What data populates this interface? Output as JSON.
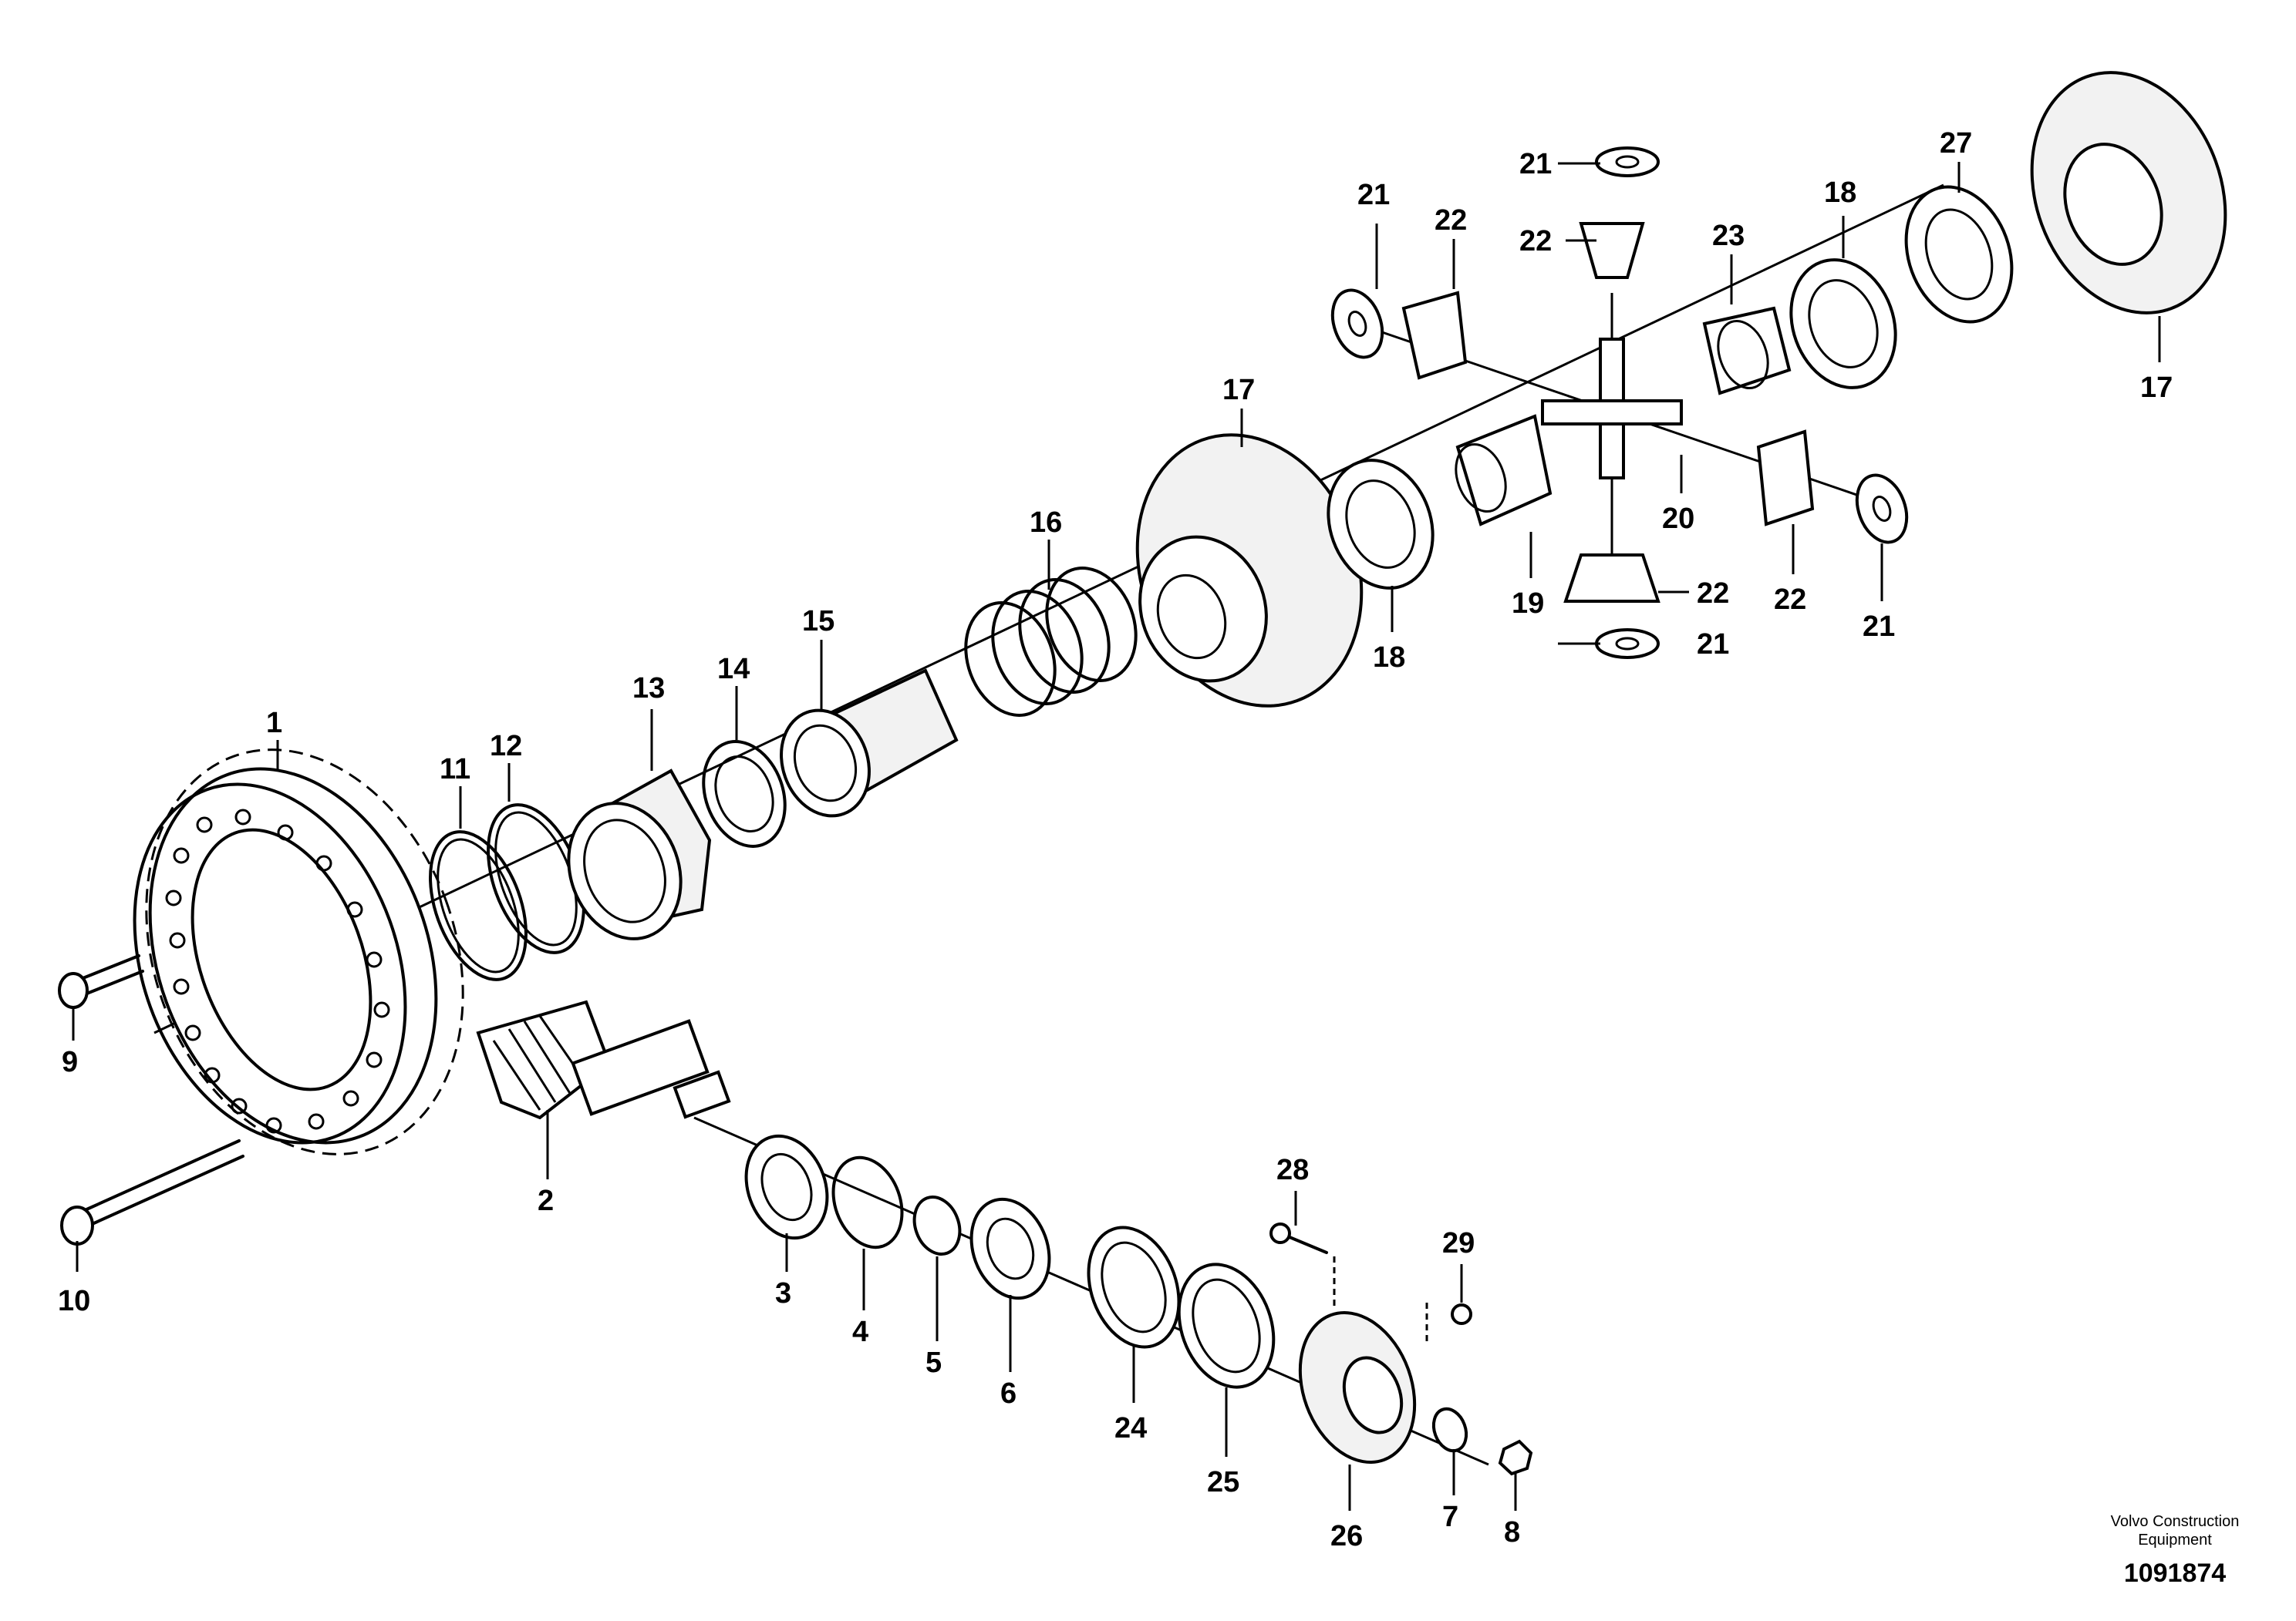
{
  "brand": {
    "line1": "Volvo Construction",
    "line2": "Equipment"
  },
  "document_number": "1091874",
  "callouts": [
    {
      "id": "c1",
      "text": "1"
    },
    {
      "id": "c2",
      "text": "2"
    },
    {
      "id": "c3",
      "text": "3"
    },
    {
      "id": "c4",
      "text": "4"
    },
    {
      "id": "c5",
      "text": "5"
    },
    {
      "id": "c6",
      "text": "6"
    },
    {
      "id": "c7",
      "text": "7"
    },
    {
      "id": "c8",
      "text": "8"
    },
    {
      "id": "c9",
      "text": "9"
    },
    {
      "id": "c10",
      "text": "10"
    },
    {
      "id": "c11",
      "text": "11"
    },
    {
      "id": "c12",
      "text": "12"
    },
    {
      "id": "c13",
      "text": "13"
    },
    {
      "id": "c14",
      "text": "14"
    },
    {
      "id": "c15",
      "text": "15"
    },
    {
      "id": "c16",
      "text": "16"
    },
    {
      "id": "c17a",
      "text": "17"
    },
    {
      "id": "c17b",
      "text": "17"
    },
    {
      "id": "c18a",
      "text": "18"
    },
    {
      "id": "c18b",
      "text": "18"
    },
    {
      "id": "c19",
      "text": "19"
    },
    {
      "id": "c20",
      "text": "20"
    },
    {
      "id": "c21a",
      "text": "21"
    },
    {
      "id": "c21b",
      "text": "21"
    },
    {
      "id": "c21c",
      "text": "21"
    },
    {
      "id": "c21d",
      "text": "21"
    },
    {
      "id": "c22a",
      "text": "22"
    },
    {
      "id": "c22b",
      "text": "22"
    },
    {
      "id": "c22c",
      "text": "22"
    },
    {
      "id": "c22d",
      "text": "22"
    },
    {
      "id": "c23",
      "text": "23"
    },
    {
      "id": "c24",
      "text": "24"
    },
    {
      "id": "c25",
      "text": "25"
    },
    {
      "id": "c26",
      "text": "26"
    },
    {
      "id": "c27",
      "text": "27"
    },
    {
      "id": "c28",
      "text": "28"
    },
    {
      "id": "c29",
      "text": "29"
    }
  ]
}
